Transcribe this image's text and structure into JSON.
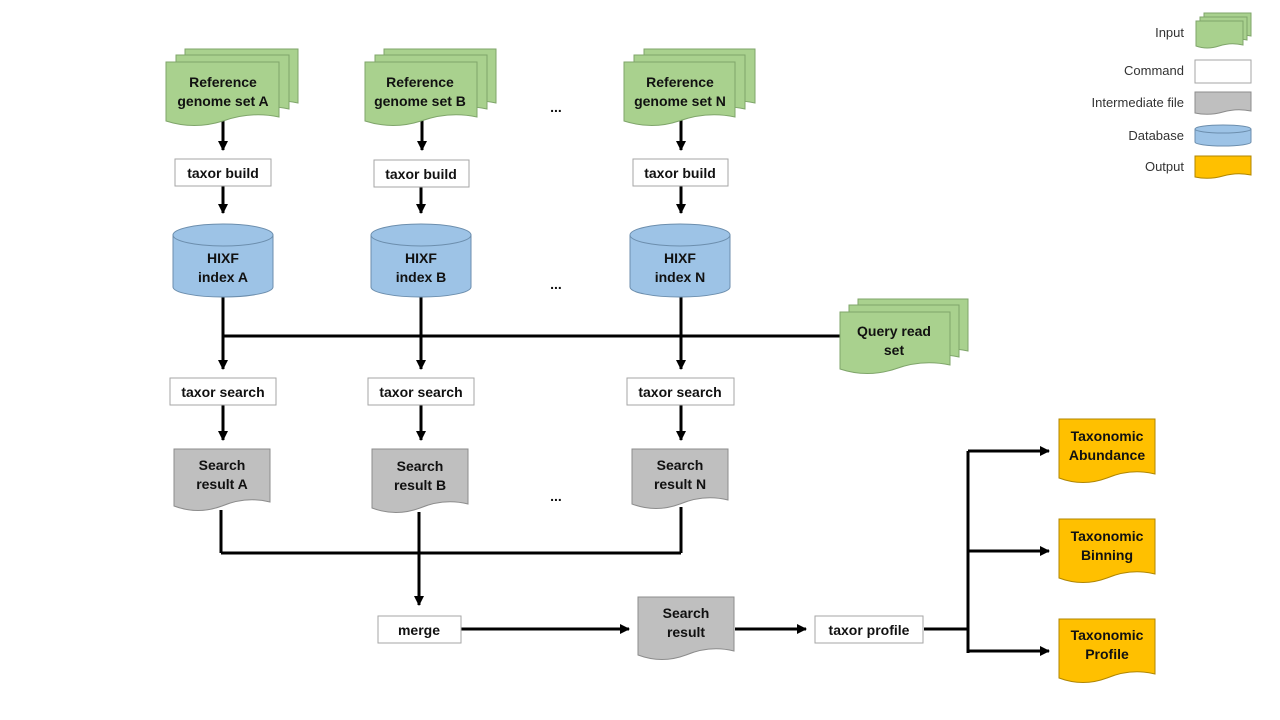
{
  "colors": {
    "input": "#A9D18E",
    "command": "#FFFFFF",
    "intermediate": "#BFBFBF",
    "database": "#9DC3E6",
    "output": "#FFC000",
    "line": "#000000"
  },
  "legend": {
    "input": "Input",
    "command": "Command",
    "intermediate": "Intermediate file",
    "database": "Database",
    "output": "Output"
  },
  "references": [
    {
      "line1": "Reference",
      "line2": "genome set A"
    },
    {
      "line1": "Reference",
      "line2": "genome set B"
    },
    {
      "line1": "Reference",
      "line2": "genome set N"
    }
  ],
  "build_cmd": "taxor build",
  "indexes": [
    {
      "line1": "HIXF",
      "line2": "index A"
    },
    {
      "line1": "HIXF",
      "line2": "index B"
    },
    {
      "line1": "HIXF",
      "line2": "index N"
    }
  ],
  "query": {
    "line1": "Query read",
    "line2": "set"
  },
  "search_cmd": "taxor search",
  "results": [
    {
      "line1": "Search",
      "line2": "result A"
    },
    {
      "line1": "Search",
      "line2": "result B"
    },
    {
      "line1": "Search",
      "line2": "result N"
    }
  ],
  "ellipsis": "...",
  "merge_cmd": "merge",
  "merged": {
    "line1": "Search",
    "line2": "result"
  },
  "profile_cmd": "taxor profile",
  "outputs": [
    {
      "line1": "Taxonomic",
      "line2": "Abundance"
    },
    {
      "line1": "Taxonomic",
      "line2": "Binning"
    },
    {
      "line1": "Taxonomic",
      "line2": "Profile"
    }
  ]
}
